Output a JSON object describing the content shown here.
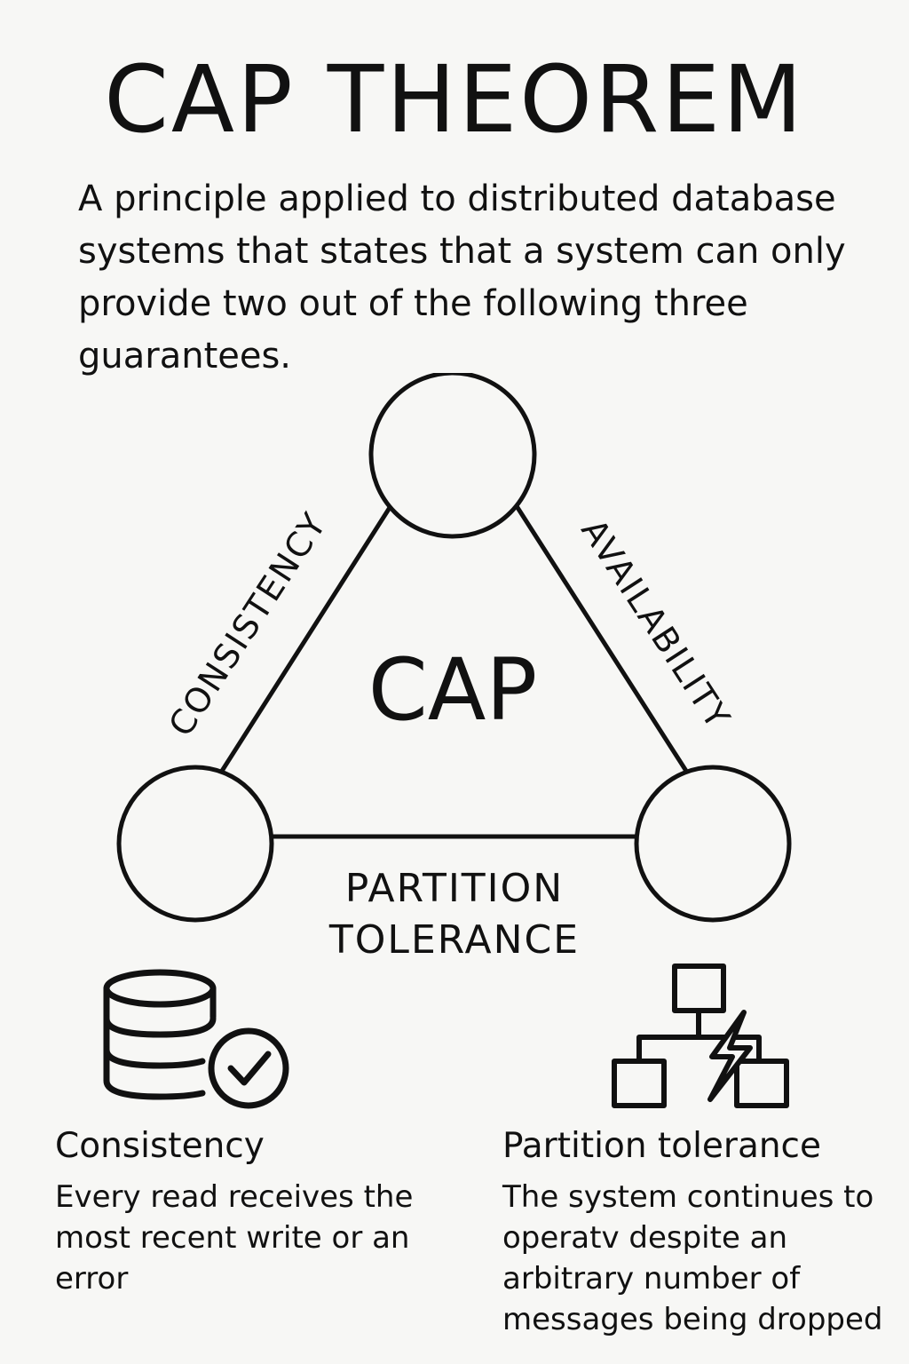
{
  "title": "CAP THEOREM",
  "intro": "A principle applied to distributed database systems that states that a system can only provide two out of the following three guarantees.",
  "diagram": {
    "center_label": "CAP",
    "left_edge_label": "CONSISTENCY",
    "right_edge_label": "AVAILABILITY",
    "bottom_label_line1": "PARTITION",
    "bottom_label_line2": "TOLERANCE"
  },
  "cards": {
    "consistency": {
      "title": "Consistency",
      "description": "Every read receives the most recent write or an error",
      "icon": "database-check-icon"
    },
    "partition": {
      "title": "Partition tolerance",
      "description": "The system continues to operatv despite an arbitrary number of messages being dropped",
      "icon": "network-lightning-icon"
    }
  },
  "colors": {
    "ink": "#111111",
    "background": "#f7f7f5"
  }
}
